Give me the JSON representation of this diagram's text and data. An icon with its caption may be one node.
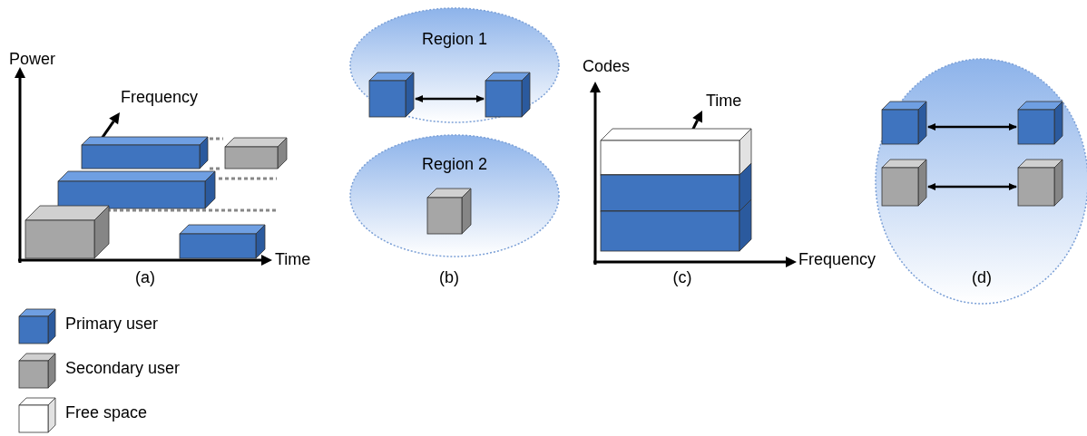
{
  "diagram": {
    "nodes": [
      {
        "text": [
          "Region 1"
        ]
      },
      {
        "text": [],
        "shape": "box",
        "in": 0
      },
      {
        "text": [],
        "shape": "box",
        "in": 0
      },
      {
        "text": [
          "Region 2"
        ]
      },
      {
        "text": [],
        "shape": "box",
        "in": 3
      },
      {
        "text": [],
        "shape": "circle"
      },
      {
        "text": [],
        "shape": "box",
        "in": 5
      },
      {
        "text": [],
        "shape": "box",
        "in": 5
      },
      {
        "text": [],
        "shape": "box",
        "in": 5
      },
      {
        "text": [],
        "shape": "box",
        "in": 5
      }
    ],
    "edges": [
      {
        "from": 1,
        "to": 2,
        "arrow": "both"
      },
      {
        "from": 6,
        "to": 7,
        "arrow": "both"
      },
      {
        "from": 8,
        "to": 9,
        "arrow": "both"
      }
    ],
    "labels": [
      "Power",
      "Frequency",
      "Time",
      "(a)",
      "(b)",
      "Codes",
      "Time",
      "Frequency",
      "(c)",
      "(d)"
    ],
    "legend": [
      {
        "text": "Primary user"
      },
      {
        "text": "Secondary user"
      },
      {
        "text": "Free space"
      }
    ]
  }
}
